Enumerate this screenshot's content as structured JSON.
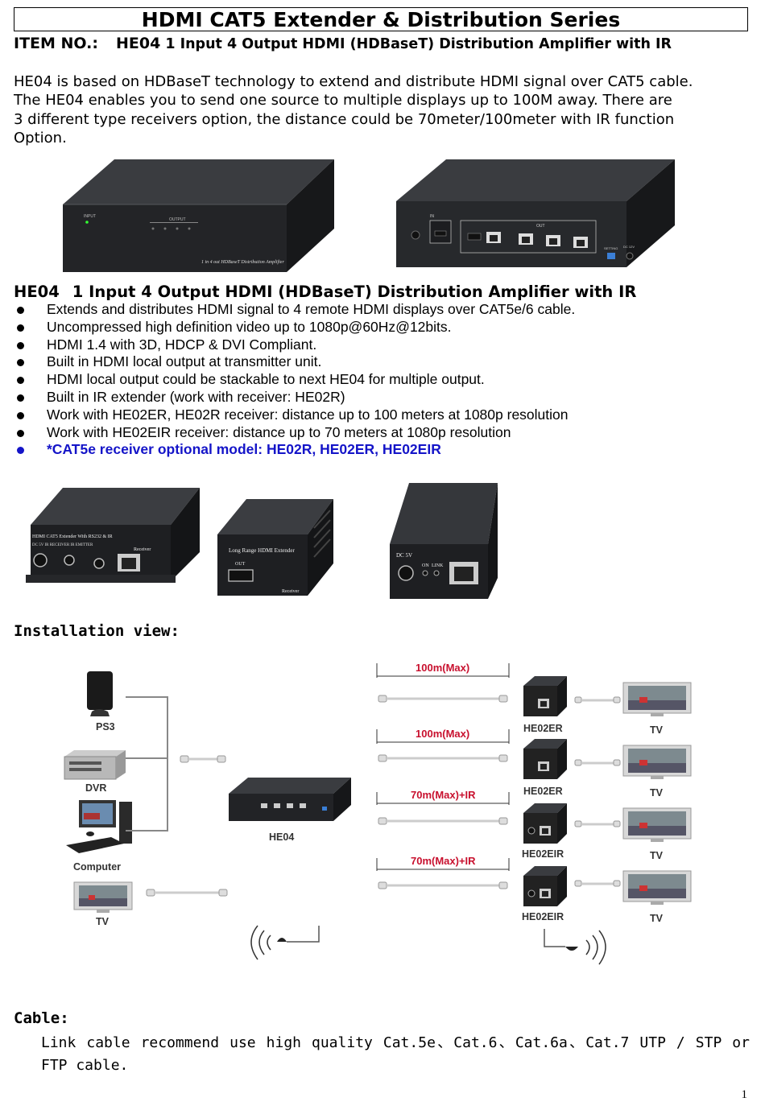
{
  "title": "HDMI CAT5 Extender & Distribution Series",
  "item": {
    "label": "ITEM NO.:",
    "code": "HE04",
    "description": "1 Input 4 Output HDMI (HDBaseT) Distribution Amplifier with IR"
  },
  "intro_lines": [
    "HE04 is based on HDBaseT technology to extend and distribute HDMI signal over CAT5 cable.",
    "The HE04 enables you to send one source to multiple displays up to 100M away.   There are",
    "3 different type receivers option, the distance could be 70meter/100meter with IR function",
    "Option."
  ],
  "product_images": {
    "front_panel": {
      "input_label": "INPUT",
      "output_label": "OUTPUT",
      "caption": "1 in 4 out HDBaseT Distribution Amplifier"
    },
    "rear_panel": {
      "in_label": "IN",
      "out_label": "OUT",
      "setting_label": "SETTING",
      "dc_label": "DC 12V"
    }
  },
  "features_heading": {
    "code": "HE04",
    "text": "1 Input 4 Output HDMI (HDBaseT) Distribution Amplifier with IR"
  },
  "features": [
    "Extends and distributes HDMI signal to 4 remote HDMI displays over CAT5e/6 cable.",
    "Uncompressed high definition video up to 1080p@60Hz@12bits.",
    "HDMI 1.4 with 3D, HDCP & DVI Compliant.",
    "Built in HDMI local output at transmitter unit.",
    "HDMI local output could be stackable to next HE04 for multiple output.",
    "Built in IR extender (work with receiver: HE02R)",
    "Work with HE02ER, HE02R receiver: distance up to 100 meters at 1080p resolution",
    "Work with HE02EIR receiver: distance up to 70 meters at 1080p resolution",
    "*CAT5e receiver optional model: HE02R, HE02ER, HE02EIR"
  ],
  "receiver_images": {
    "r1": {
      "text": "HDMI CAT5 Extender With RS232 & IR",
      "ports": "DC 5V   IR RECEIVER   IR EMITTER",
      "name": "Receiver"
    },
    "r2": {
      "text": "Long Range HDMI Extender",
      "port": "OUT",
      "name": "Receiver"
    },
    "r3": {
      "dc": "DC 5V",
      "on": "ON",
      "link": "LINK"
    }
  },
  "installation": {
    "heading": "Installation view:",
    "sources": [
      "PS3",
      "DVR",
      "Computer",
      "TV"
    ],
    "hub": "HE04",
    "distances": [
      "100m(Max)",
      "100m(Max)",
      "70m(Max)+IR",
      "70m(Max)+IR"
    ],
    "receivers": [
      "HE02ER",
      "HE02ER",
      "HE02EIR",
      "HE02EIR"
    ],
    "displays": [
      "TV",
      "TV",
      "TV",
      "TV"
    ]
  },
  "cable": {
    "heading": "Cable:",
    "text": "Link cable recommend use high quality Cat.5e、Cat.6、Cat.6a、Cat.7  UTP / STP or FTP cable."
  },
  "page_number": "1",
  "colors": {
    "accent_blue": "#1414c8",
    "distance_red": "#c8102e",
    "device_dark": "#2b2d30"
  }
}
